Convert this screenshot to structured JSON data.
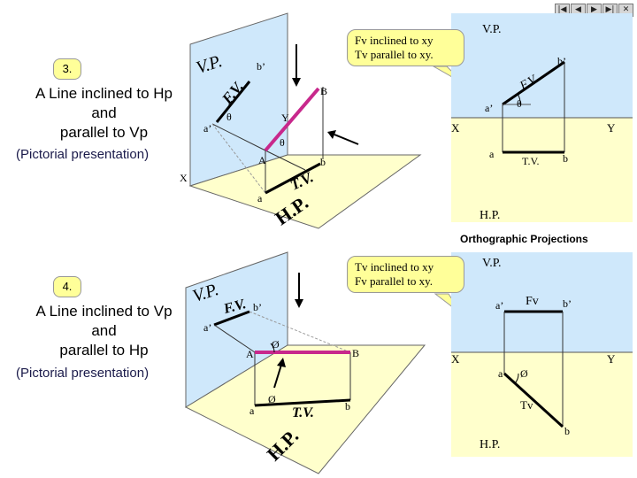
{
  "nav": {
    "first": "|◀",
    "prev": "◀",
    "next": "▶",
    "last": "▶|",
    "close": "✕"
  },
  "section1": {
    "number": "3.",
    "title_line1": "A Line inclined to Hp",
    "title_line2": "and",
    "title_line3": "parallel to Vp",
    "subtitle": "(Pictorial presentation)",
    "callout_line1": "Fv inclined to xy",
    "callout_line2": "Tv parallel to xy.",
    "pictorial": {
      "vp": "V.P.",
      "fv": "F.V.",
      "tv": "T.V.",
      "hp": "H.P.",
      "b_dash": "b’",
      "B": "B",
      "a_dash": "a’",
      "A": "A",
      "a": "a",
      "b": "b",
      "theta1": "θ",
      "theta2": "θ",
      "X": "X",
      "Y": "Y"
    },
    "ortho": {
      "vp": "V.P.",
      "hp": "H.P.",
      "b_dash": "b’",
      "fv": "F.V.",
      "a_dash": "a’",
      "theta": "θ",
      "X": "X",
      "Y": "Y",
      "a": "a",
      "tv": "T.V.",
      "b": "b"
    }
  },
  "ortho_caption": "Orthographic Projections",
  "section2": {
    "number": "4.",
    "title_line1": "A Line inclined to Vp",
    "title_line2": "and",
    "title_line3": "parallel to Hp",
    "subtitle": "(Pictorial presentation)",
    "callout_line1": "Tv inclined to xy",
    "callout_line2": "Fv parallel to xy.",
    "pictorial": {
      "vp": "V.P.",
      "fv": "F.V.",
      "tv": "T.V.",
      "hp": "H.P.",
      "b_dash": "b’",
      "a_dash": "a’",
      "A": "A",
      "B": "B",
      "a": "a",
      "b": "b",
      "phi1": "Ø",
      "phi2": "Ø"
    },
    "ortho": {
      "vp": "V.P.",
      "hp": "H.P.",
      "a_dash": "a’",
      "fv": "Fv",
      "b_dash": "b’",
      "X": "X",
      "Y": "Y",
      "a": "a",
      "phi": "Ø",
      "tv": "Tv",
      "b": "b"
    }
  },
  "colors": {
    "vp": "#cfe8fb",
    "hp": "#ffffcc",
    "line": "#c8288c"
  }
}
